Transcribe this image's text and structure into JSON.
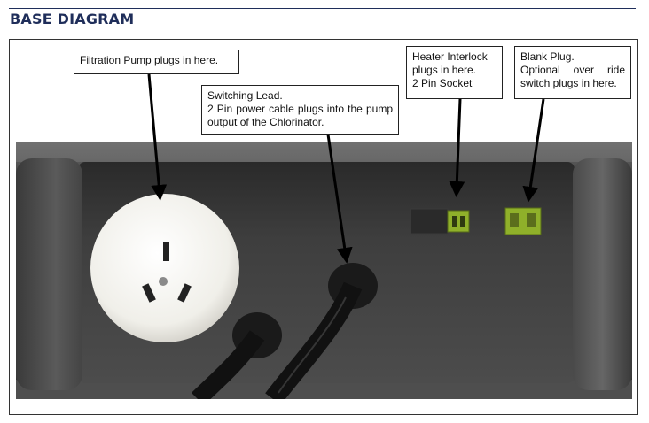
{
  "header": {
    "title": "BASE DIAGRAM"
  },
  "callouts": {
    "filtration": [
      "Filtration Pump plugs in here."
    ],
    "switching": [
      "Switching Lead.",
      "2 Pin power cable plugs into the pump output of the Chlorinator."
    ],
    "heater": [
      "Heater  Interlock",
      "plugs in here.",
      "2 Pin Socket"
    ],
    "blank": [
      "Blank Plug.",
      "Optional  over  ride switch plugs in here."
    ]
  },
  "colors": {
    "title": "#1f2e5a",
    "plug_green": "#8fb02a",
    "housing": "#3c3c3c"
  }
}
